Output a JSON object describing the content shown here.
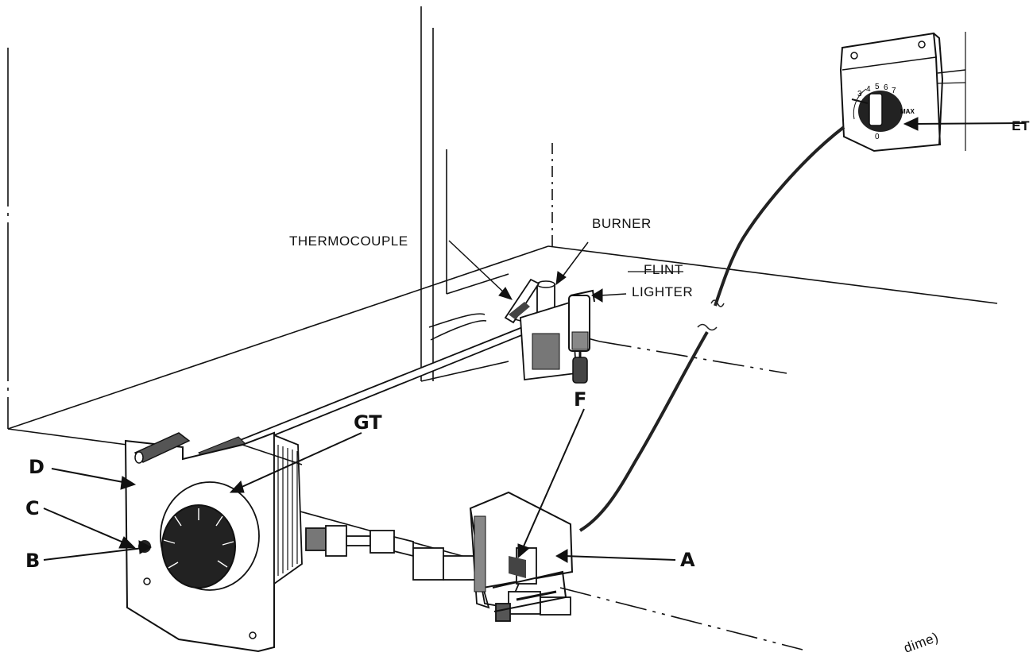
{
  "labels": {
    "thermocouple": "THERMOCOUPLE",
    "burner": "BURNER",
    "flint_1": "FLINT",
    "flint_2": "LIGHTER",
    "et": "ET",
    "gt": "GT",
    "f": "F",
    "d": "D",
    "c": "C",
    "b": "B",
    "a": "A",
    "dime": "dime)"
  },
  "thermostat_dial": {
    "numbers": [
      "3",
      "4",
      "5",
      "6",
      "7"
    ],
    "max": "MAX",
    "zero": "0"
  },
  "colors": {
    "ink": "#111111",
    "paper": "#ffffff"
  }
}
